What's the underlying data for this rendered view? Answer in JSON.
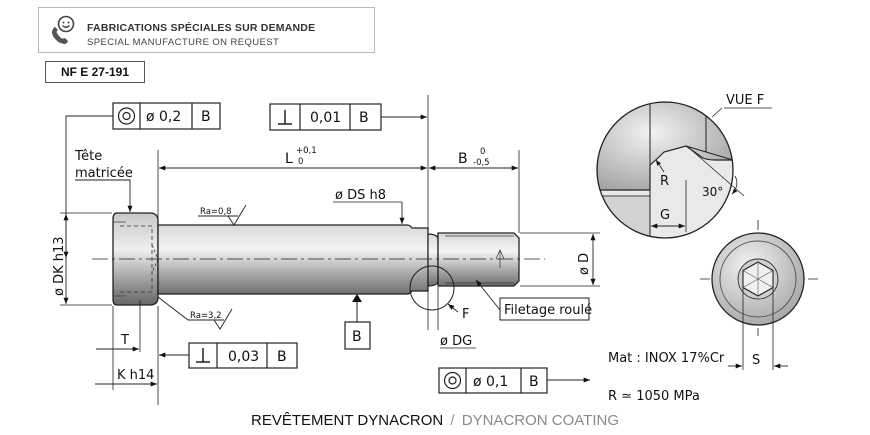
{
  "banner": {
    "title_fr": "FABRICATIONS SPÉCIALES SUR DEMANDE",
    "title_en": "SPECIAL MANUFACTURE ON REQUEST",
    "icon": "phone-smiley-icon"
  },
  "standard": "NF E 27-191",
  "drawing": {
    "tol_top_left": {
      "symbol": "position-icon",
      "value": "ø 0,2",
      "ref": "B"
    },
    "tol_top_mid": {
      "symbol": "perpendicularity-icon",
      "value": "0,01",
      "ref": "B"
    },
    "tol_bottom_left": {
      "symbol": "perpendicularity-icon",
      "value": "0,03",
      "ref": "B"
    },
    "tol_bottom_right": {
      "symbol": "position-icon",
      "value": "ø 0,1",
      "ref": "B"
    },
    "datum_b": "B",
    "head_label_1": "Tête",
    "head_label_2": "matricée",
    "dim_L": "L",
    "dim_L_upper": "+0,1",
    "dim_L_lower": "0",
    "dim_B": "B",
    "dim_B_upper": "0",
    "dim_B_lower": "-0,5",
    "dim_DS": "ø DS h8",
    "ra_top": "Ra=0,8",
    "ra_bottom": "Ra=3,2",
    "dim_DK": "ø DK h13",
    "dim_D": "ø D",
    "dim_T": "T",
    "dim_K": "K h14",
    "dim_DG": "ø DG",
    "label_F": "F",
    "thread_note": "Filetage roulé",
    "view_title": "VUE F",
    "view_R": "R",
    "view_G": "G",
    "view_angle": "30°",
    "dim_S": "S",
    "material": "Mat : INOX 17%Cr",
    "strength": "R ≃ 1050 MPa"
  },
  "caption": {
    "fr": "REVÊTEMENT DYNACRON",
    "separator": "/",
    "en": "DYNACRON COATING"
  }
}
